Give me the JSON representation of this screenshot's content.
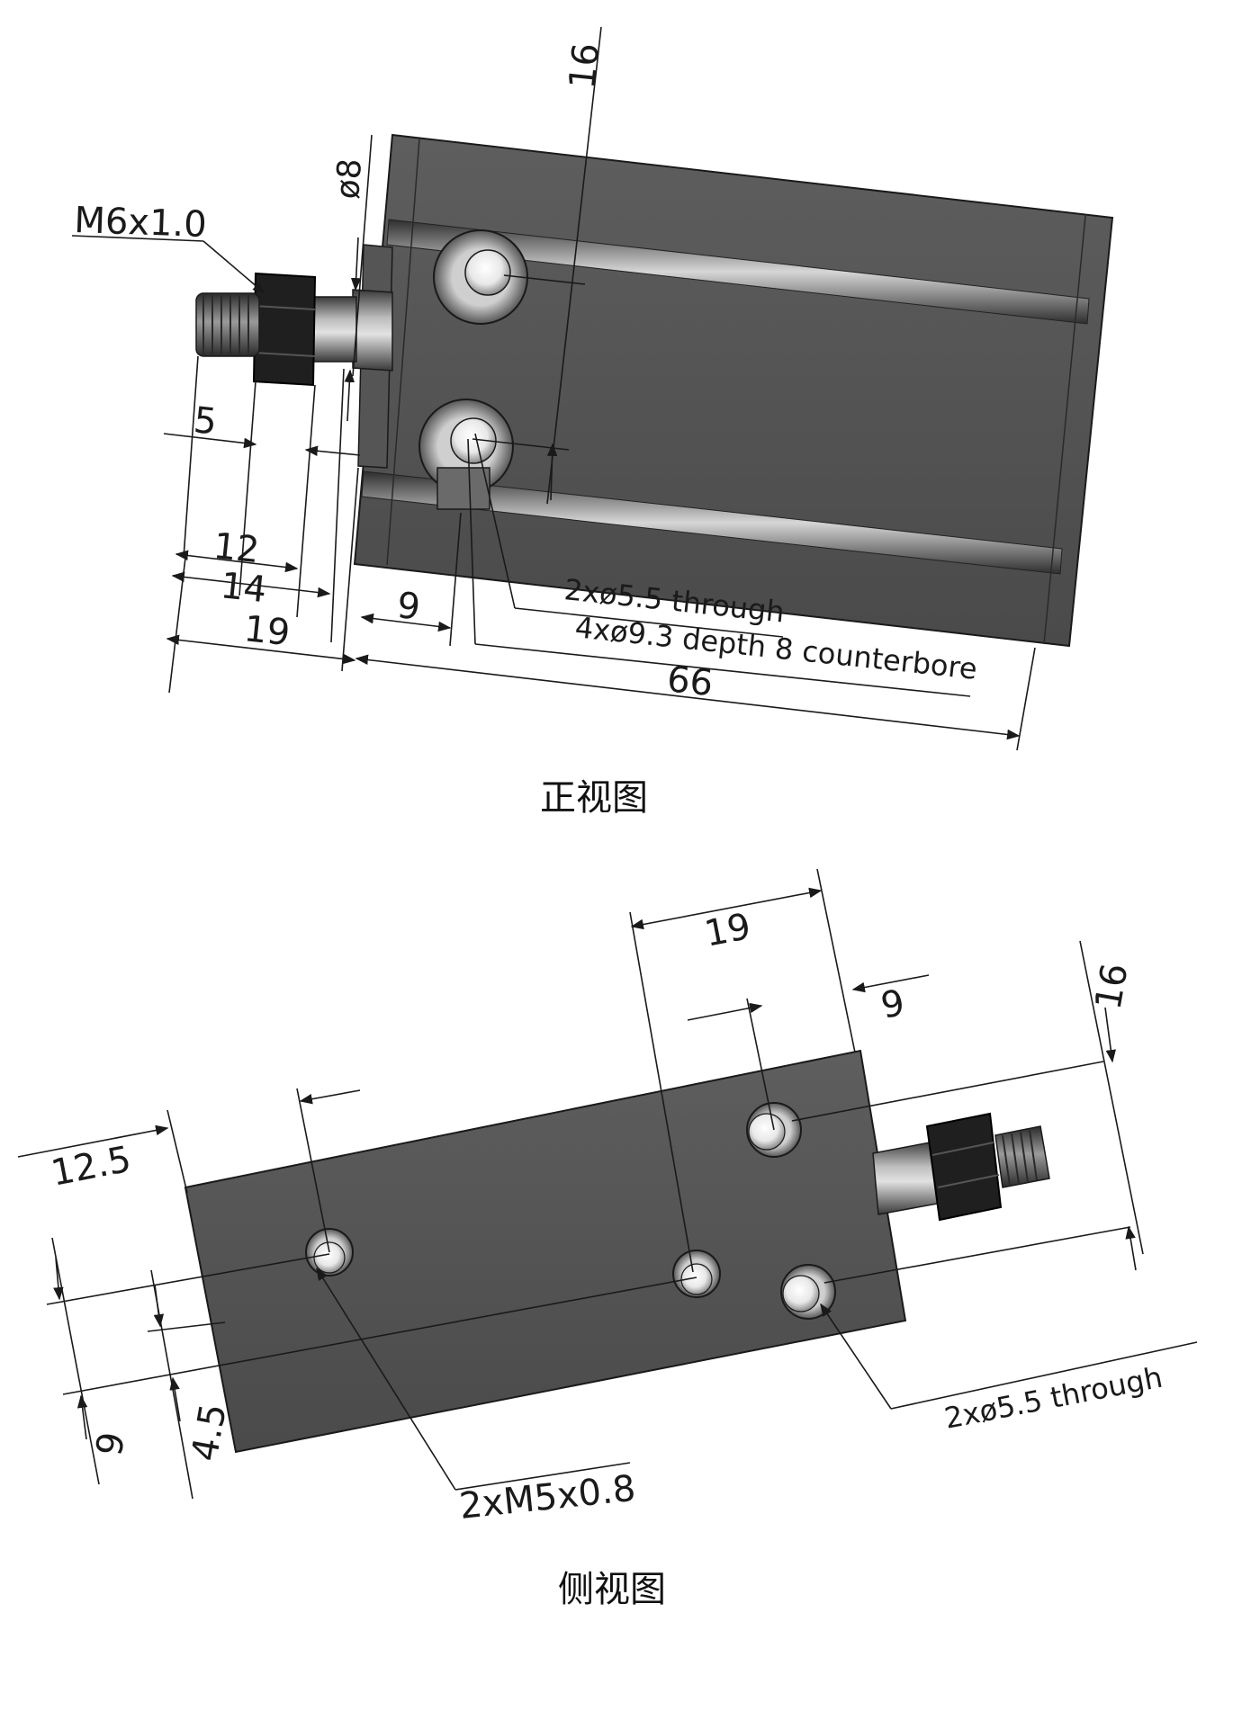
{
  "front_view": {
    "caption": "正视图",
    "thread_label": "M6x1.0",
    "rod_diameter": "ø8",
    "dim_16": "16",
    "dim_5": "5",
    "dim_12": "12",
    "dim_14": "14",
    "dim_19": "19",
    "dim_9": "9",
    "dim_66": "66",
    "through_label": "2xø5.5 through",
    "counterbore_label": "4xø9.3 depth 8 counterbore"
  },
  "side_view": {
    "caption": "侧视图",
    "dim_19": "19",
    "dim_9_top": "9",
    "dim_16": "16",
    "dim_12_5": "12.5",
    "dim_9_left": "9",
    "dim_4_5": "4.5",
    "tapped_label": "2xM5x0.8",
    "through_label": "2xø5.5 through"
  }
}
